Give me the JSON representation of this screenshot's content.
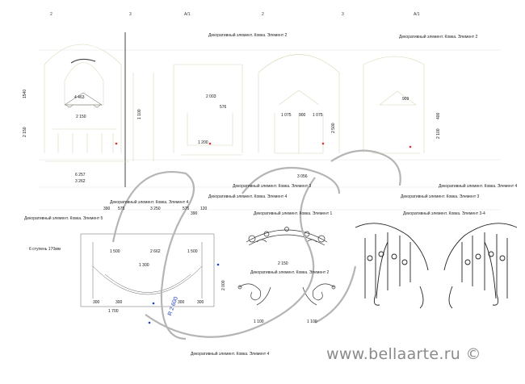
{
  "columns": [
    "2",
    "3",
    "А/1",
    "2",
    "3",
    "А/1"
  ],
  "titles": {
    "e2_a": "Декоративный элемент. Ковка. Элемент 2",
    "e2_b": "Декоративный элемент. Ковка. Элемент 2",
    "e4_a": "Декоративный элемент. Ковка. Элемент 4",
    "e4_b": "Декоративный элемент. Ковка. Элемент 4",
    "e5": "Декоративный элемент. Ковка. Элемент 5",
    "e4_c": "Декоративный элемент. Ковка. Элемент 4",
    "e3_a": "Декоративный элемент. Ковка. Элемент 3",
    "e3_b": "Декоративный элемент. Ковка. Элемент 3",
    "e1": "Декоративный элемент. Ковка. Элемент 1",
    "e2_c": "Декоративный элемент. Ковка. Элемент 2",
    "e34": "Декоративный элемент. Ковка. Элемент 3-4",
    "e4_d": "Декоративный элемент. Ковка. Элемент 4",
    "steps": "6 ступень 170мм"
  },
  "dims": {
    "d4463": "4 463",
    "d2150a": "2 150",
    "d6257": "6 257",
    "d3262": "3 262",
    "d1540": "1540",
    "d2003": "2 003",
    "d576": "576",
    "d1200": "1 200",
    "d1100": "1 100",
    "d1075a": "1 075",
    "d900": "900",
    "d1075b": "1 075",
    "d2500": "2 500",
    "d909": "909",
    "d400": "400",
    "d2100": "2 100",
    "d3056": "3 056",
    "d390": "390",
    "d575a": "575",
    "d3250": "3 250",
    "d575b": "575",
    "d390b": "390",
    "d120": "120",
    "d1500a": "1 500",
    "d2662": "2 662",
    "d1500b": "1 500",
    "d1300": "1 300",
    "d1700": "1 700",
    "d300a": "300",
    "d300b": "300",
    "d300c": "300",
    "d300d": "300",
    "d2150b": "2 150",
    "d1100b": "1 100",
    "d1100c": "1 100",
    "d2000": "2 000",
    "r2600": "R 2 600"
  },
  "watermark": "www.bellaarte.ru ©"
}
